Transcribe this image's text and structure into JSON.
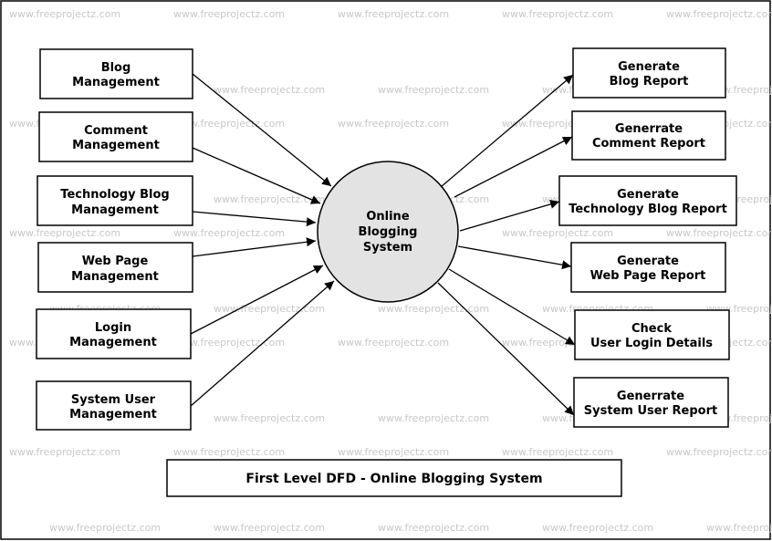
{
  "watermark": "www.freeprojectz.com",
  "process": {
    "lines": [
      "Online",
      "Blogging",
      "System"
    ]
  },
  "inputs": [
    {
      "lines": [
        "Blog",
        "Management"
      ]
    },
    {
      "lines": [
        "Comment",
        "Management"
      ]
    },
    {
      "lines": [
        "Technology Blog",
        "Management"
      ]
    },
    {
      "lines": [
        "Web Page",
        "Management"
      ]
    },
    {
      "lines": [
        "Login",
        "Management"
      ]
    },
    {
      "lines": [
        "System User",
        "Management"
      ]
    }
  ],
  "outputs": [
    {
      "lines": [
        "Generate",
        "Blog Report"
      ]
    },
    {
      "lines": [
        "Generrate",
        "Comment Report"
      ]
    },
    {
      "lines": [
        "Generate",
        "Technology Blog Report"
      ]
    },
    {
      "lines": [
        "Generate",
        "Web Page Report"
      ]
    },
    {
      "lines": [
        "Check",
        "User Login Details"
      ]
    },
    {
      "lines": [
        "Generrate",
        "System User Report"
      ]
    }
  ],
  "title": "First Level DFD - Online Blogging System",
  "colors": {
    "process_fill": "#e3e3e3",
    "watermark": "#c8c8c8"
  }
}
